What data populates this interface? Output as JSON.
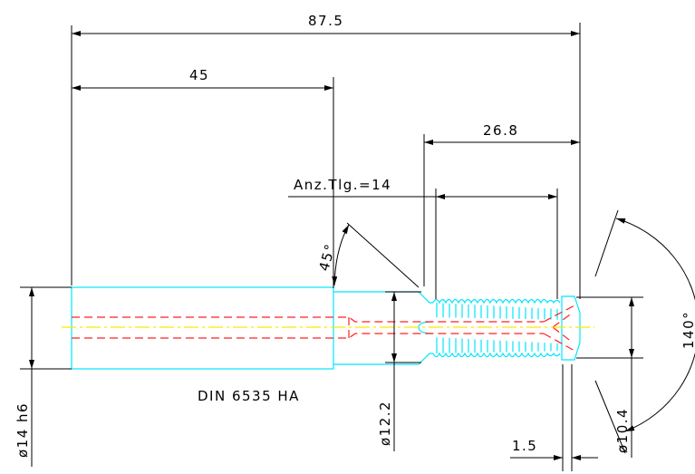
{
  "drawing": {
    "dimensions": {
      "overall_length": "87.5",
      "shank_length": "45",
      "thread_length": "26.8",
      "teeth_count": "Anz.Tlg.=14",
      "chamfer_angle": "45°",
      "point_angle": "140°",
      "thread_diameter": "ø10.4",
      "tip_length": "1.5",
      "neck_diameter": "ø12.2",
      "shank_diameter": "ø14 h6"
    },
    "standard_label": "DIN 6535 HA",
    "colors": {
      "outline": "#00e5ff",
      "hidden": "#ff2020",
      "centerline": "#ffe600",
      "dimension": "#000000"
    }
  }
}
